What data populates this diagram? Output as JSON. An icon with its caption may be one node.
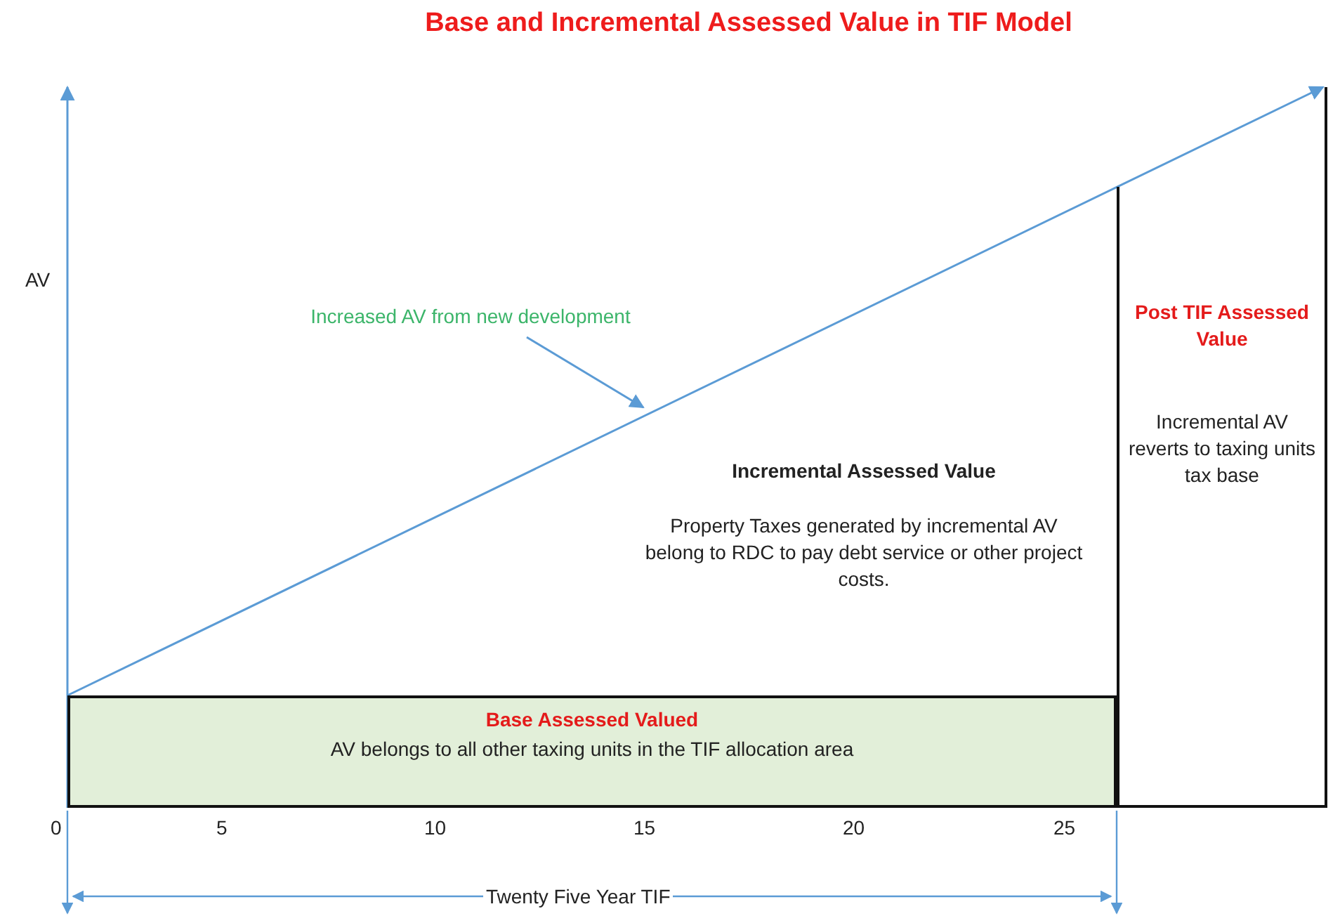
{
  "diagram": {
    "title": "Base and Incremental Assessed Value in TIF Model",
    "nodes": [
      {
        "text": [
          "Base Assessed Valued",
          "AV belongs to all other taxing units in the TIF allocation area"
        ]
      },
      {
        "text": [
          "Incremental Assessed Value",
          "Property Taxes generated by incremental AV belong to RDC to pay debt service or other project costs."
        ]
      },
      {
        "text": [
          "Post TIF Assessed Value",
          "Incremental AV reverts to taxing units tax base"
        ]
      },
      {
        "text": [
          "Increased AV from new development"
        ]
      }
    ],
    "edges": [
      {
        "from": 3,
        "to": null,
        "arrow": "to"
      },
      {
        "from": 0,
        "to": 2,
        "arrow": "to"
      }
    ],
    "labels": [
      "AV",
      "0",
      "5",
      "10",
      "15",
      "20",
      "25",
      "Twenty Five Year TIF"
    ]
  }
}
